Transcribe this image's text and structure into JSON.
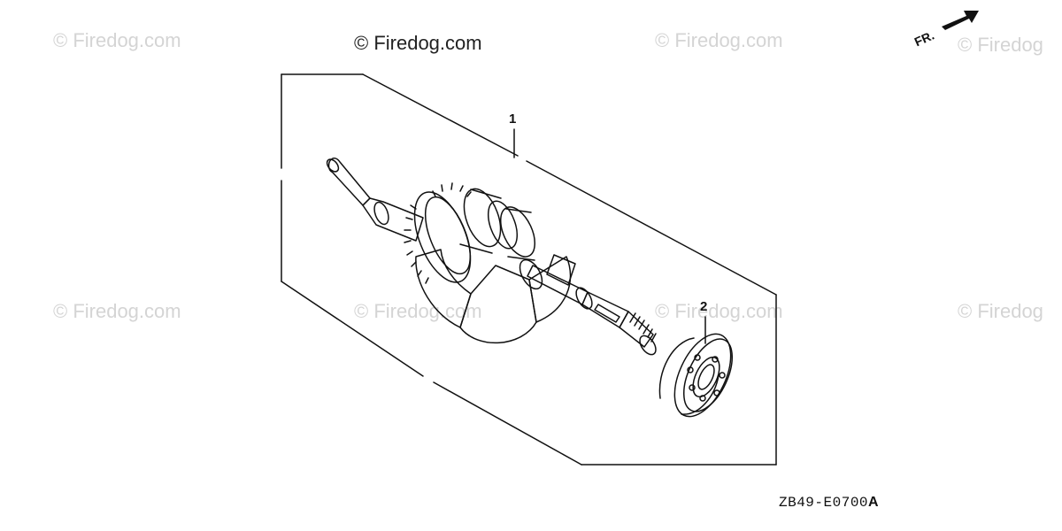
{
  "watermarks": {
    "text": "© Firedog.com",
    "top_left": "© Firedog.com",
    "top_center": "© Firedog.com",
    "top_right": "© Firedog.com",
    "top_edge": "© Firedog",
    "mid_left": "© Firedog.com",
    "mid_center": "© Firedog.com",
    "mid_right": "© Firedog.com",
    "mid_edge": "© Firedog"
  },
  "orientation": {
    "label": "FR."
  },
  "callouts": {
    "crankshaft": "1",
    "bearing": "2"
  },
  "diagram_code": {
    "prefix": "ZB49-E0700",
    "suffix": "A"
  },
  "colors": {
    "line": "#111111",
    "watermark": "#d4d4d4"
  }
}
